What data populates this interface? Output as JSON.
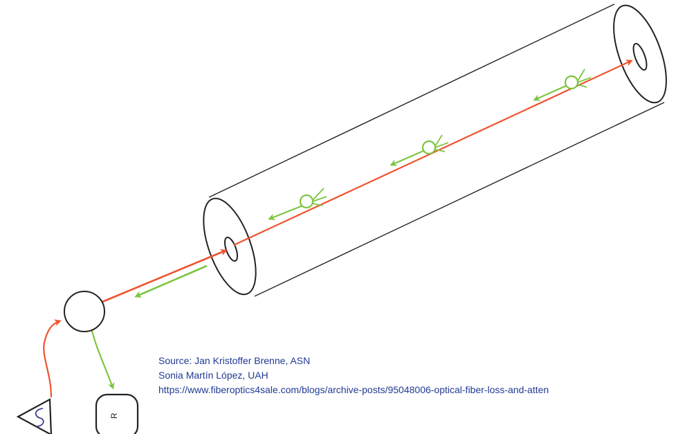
{
  "source": {
    "line1": "Source: Jan Kristoffer Brenne, ASN",
    "line2": "Sonia  Martín López, UAH",
    "line3": "https://www.fiberoptics4sale.com/blogs/archive-posts/95048006-optical-fiber-loss-and-atten"
  },
  "labels": {
    "source_symbol": "S",
    "receiver_symbol": "R"
  },
  "colors": {
    "forward_light": "#f0522e",
    "backscatter_light": "#7cc540",
    "outline": "#222222",
    "scatter_fill": "#ffffff"
  }
}
